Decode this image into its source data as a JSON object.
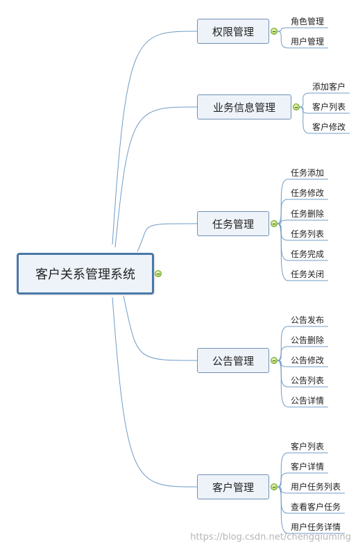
{
  "central": {
    "label": "客户关系管理系统"
  },
  "branches": [
    {
      "label": "权限管理",
      "children": [
        "角色管理",
        "用户管理"
      ]
    },
    {
      "label": "业务信息管理",
      "children": [
        "添加客户",
        "客户列表",
        "客户修改"
      ]
    },
    {
      "label": "任务管理",
      "children": [
        "任务添加",
        "任务修改",
        "任务删除",
        "任务列表",
        "任务完成",
        "任务关闭"
      ]
    },
    {
      "label": "公告管理",
      "children": [
        "公告发布",
        "公告删除",
        "公告修改",
        "公告列表",
        "公告详情"
      ]
    },
    {
      "label": "客户管理",
      "children": [
        "客户列表",
        "客户详情",
        "用户任务列表",
        "查看客户任务",
        "用户任务详情"
      ]
    }
  ],
  "watermark": "https://blog.csdn.net/chengqiuming",
  "colors": {
    "line": "#6f9bc4",
    "node_border": "#6f8fb3",
    "node_fill": "#eef3fa",
    "central_border": "#4a78a8",
    "toggle": "#b8dc6c"
  }
}
